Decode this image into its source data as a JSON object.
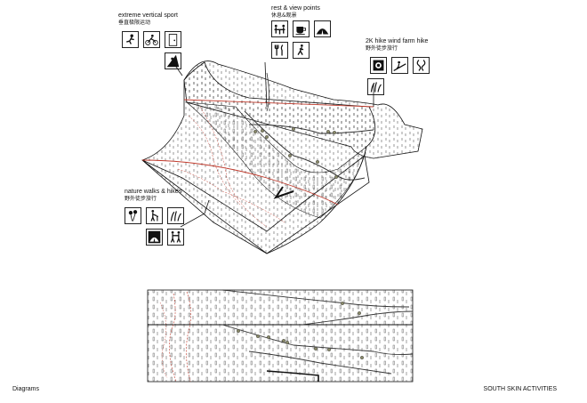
{
  "labels": {
    "extreme": {
      "en": "extreme vertical sport",
      "zh": "垂直极限运动"
    },
    "rest": {
      "en": "rest & view points",
      "zh": "休息&观景"
    },
    "hike2k": {
      "en": "2K hike wind farm hike",
      "zh": "野外徒步旅行"
    },
    "nature": {
      "en": "nature walks & hikes",
      "zh": "野外徒步旅行"
    }
  },
  "footer": {
    "left": "Diagrams",
    "right": "SOUTH SKIN ACTIVITIES"
  },
  "icons": {
    "extreme": [
      "climber-icon",
      "cyclist-icon",
      "door-icon",
      "rock-climb-icon"
    ],
    "rest": [
      "dining-table-icon",
      "coffee-cup-icon",
      "tent-icon",
      "cutlery-icon",
      "walker-icon"
    ],
    "hike2k": [
      "target-icon",
      "hiker-slope-icon",
      "rope-icon",
      "grass-icon"
    ],
    "nature": [
      "balloons-icon",
      "family-walk-icon",
      "grass-icon",
      "tent-icon",
      "couple-icon"
    ]
  }
}
